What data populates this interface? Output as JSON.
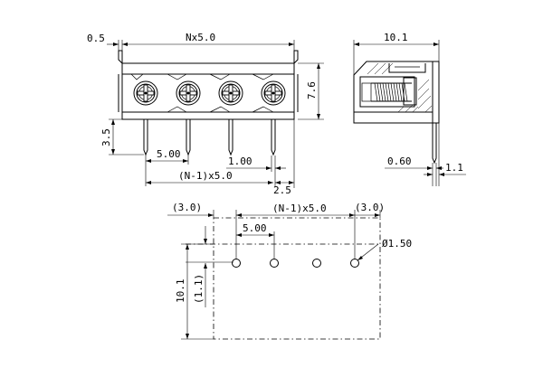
{
  "front_view": {
    "dim_edge": "0.5",
    "dim_overall": "Nx5.0",
    "dim_height": "7.6",
    "dim_pin_length": "3.5",
    "dim_pitch": "5.00",
    "dim_pin_width": "1.00",
    "dim_pins_span": "(N-1)x5.0",
    "dim_pin_offset": "2.5"
  },
  "side_view": {
    "dim_depth": "10.1",
    "dim_pin_thickness": "0.60",
    "dim_pin_offset": "1.1"
  },
  "pcb_layout": {
    "dim_left_margin": "(3.0)",
    "dim_pitch": "5.00",
    "dim_span": "(N-1)x5.0",
    "dim_right_margin": "(3.0)",
    "dim_hole": "Ø1.50",
    "dim_depth": "10.1",
    "dim_row_offset": "(1.1)"
  }
}
